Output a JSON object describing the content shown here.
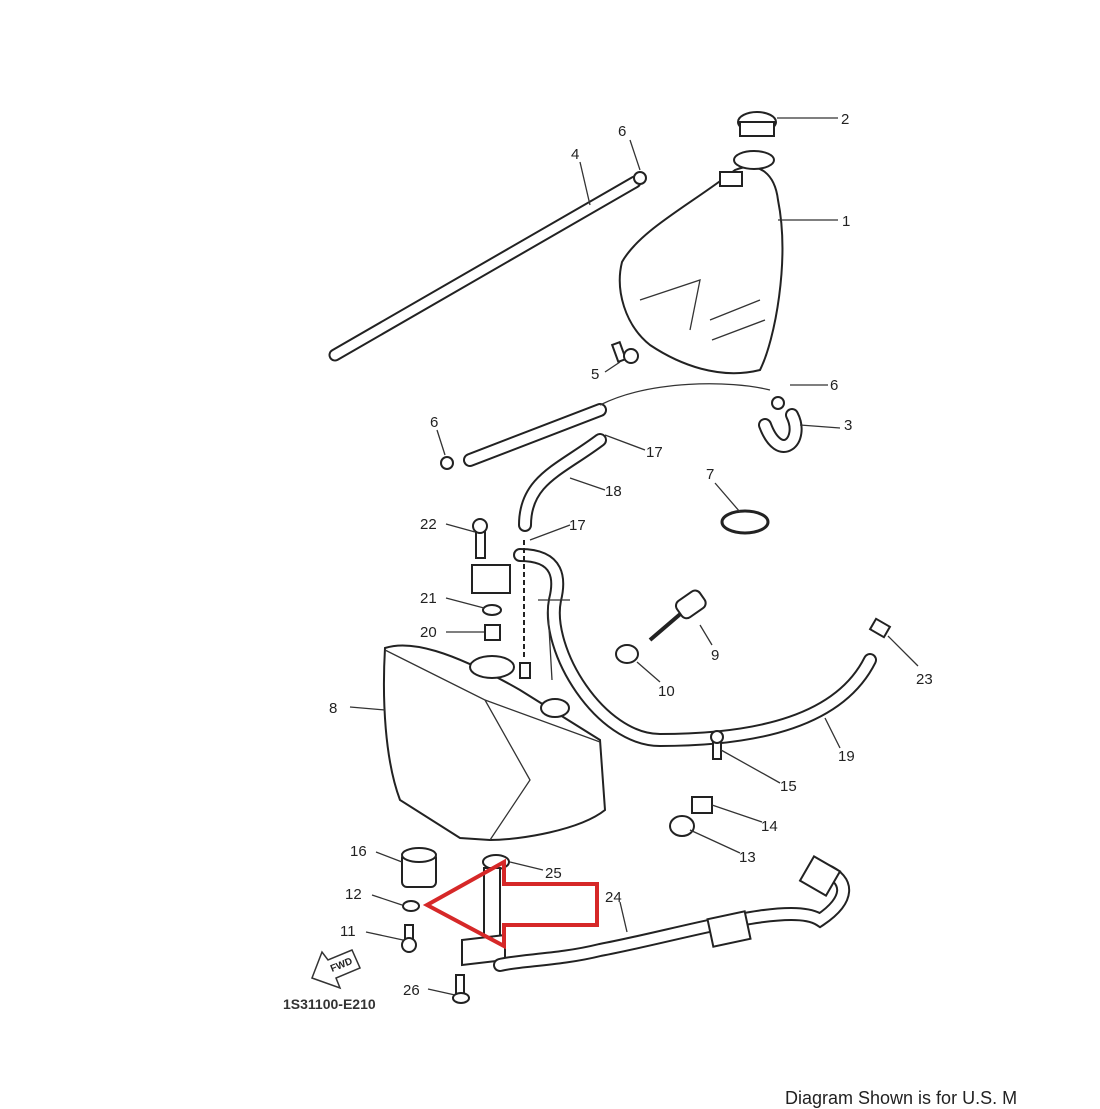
{
  "diagram_code": "1S31100-E210",
  "fwd_label": "FWD",
  "footer_note": "Diagram Shown is for U.S. M",
  "highlight_color": "#d62828",
  "labels": {
    "p1": "1",
    "p2": "2",
    "p3": "3",
    "p4": "4",
    "p5": "5",
    "p6a": "6",
    "p6b": "6",
    "p6c": "6",
    "p7": "7",
    "p8": "8",
    "p9": "9",
    "p10": "10",
    "p11": "11",
    "p12": "12",
    "p13": "13",
    "p14": "14",
    "p15": "15",
    "p16": "16",
    "p17a": "17",
    "p17b": "17",
    "p18": "18",
    "p19": "19",
    "p20": "20",
    "p21": "21",
    "p22": "22",
    "p23": "23",
    "p24": "24",
    "p25": "25",
    "p26": "26"
  }
}
